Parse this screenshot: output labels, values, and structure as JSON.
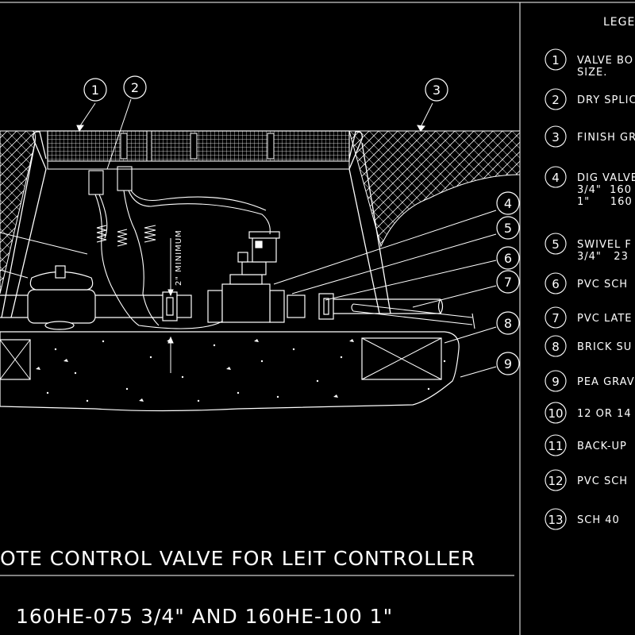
{
  "legend_title": "LEGE",
  "legend": [
    {
      "n": "1",
      "lines": [
        "VALVE BO",
        "SIZE."
      ]
    },
    {
      "n": "2",
      "lines": [
        "DRY SPLIC"
      ]
    },
    {
      "n": "3",
      "lines": [
        "FINISH GR"
      ]
    },
    {
      "n": "4",
      "lines": [
        "DIG VALVE",
        "3/4\"  160",
        "1\"     160"
      ]
    },
    {
      "n": "5",
      "lines": [
        "SWIVEL F",
        "3/4\"   23"
      ]
    },
    {
      "n": "6",
      "lines": [
        "PVC SCH"
      ]
    },
    {
      "n": "7",
      "lines": [
        "PVC LATE"
      ]
    },
    {
      "n": "8",
      "lines": [
        "BRICK SU"
      ]
    },
    {
      "n": "9",
      "lines": [
        "PEA GRAV"
      ]
    },
    {
      "n": "10",
      "lines": [
        "12 OR 14"
      ]
    },
    {
      "n": "11",
      "lines": [
        "BACK-UP"
      ]
    },
    {
      "n": "12",
      "lines": [
        "PVC SCH"
      ]
    },
    {
      "n": "13",
      "lines": [
        "SCH 40"
      ]
    }
  ],
  "callouts": [
    "1",
    "2",
    "3",
    "4",
    "5",
    "6",
    "7",
    "8",
    "9"
  ],
  "dimension_label": "2\" MINIMUM",
  "title_line1": "OTE CONTROL VALVE FOR LEIT CONTROLLER",
  "title_line2": "160HE-075 3/4\" AND 160HE-100 1\""
}
